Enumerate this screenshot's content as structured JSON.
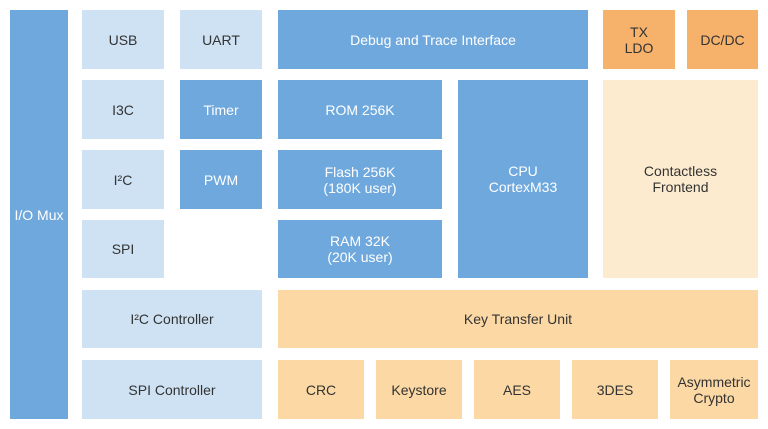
{
  "blocks": {
    "io_mux": "I/O Mux",
    "usb": "USB",
    "uart": "UART",
    "i3c": "I3C",
    "timer": "Timer",
    "i2c": "I²C",
    "pwm": "PWM",
    "spi": "SPI",
    "i2c_controller": "I²C Controller",
    "spi_controller": "SPI Controller",
    "debug_trace": "Debug and Trace Interface",
    "rom": "ROM 256K",
    "flash": "Flash 256K\n(180K user)",
    "ram": "RAM 32K\n(20K user)",
    "cpu": "CPU\nCortexM33",
    "tx_ldo": "TX\nLDO",
    "dcdc": "DC/DC",
    "contactless": "Contactless\nFrontend",
    "key_transfer": "Key Transfer Unit",
    "crc": "CRC",
    "keystore": "Keystore",
    "aes": "AES",
    "des3": "3DES",
    "asym_crypto": "Asymmetric\nCrypto"
  },
  "colors": {
    "blue": "#6fa8dc",
    "light_blue": "#cfe2f3",
    "orange": "#f6b26b",
    "peach": "#fbd8a4",
    "cream": "#fdebcf"
  }
}
